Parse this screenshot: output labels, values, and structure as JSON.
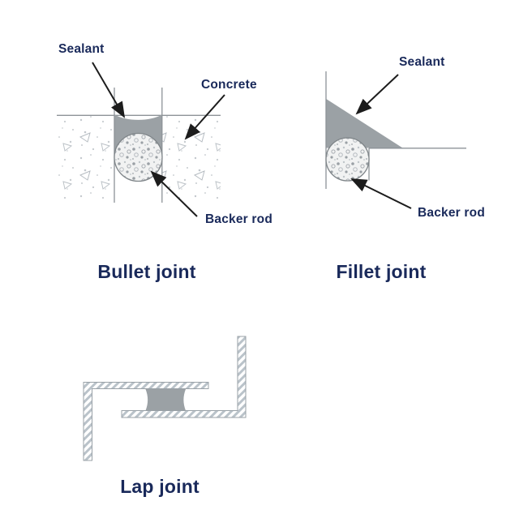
{
  "figure": {
    "description": "Sealant joint types diagram",
    "colors": {
      "label_text": "#19295a",
      "sealant_gray": "#9ba1a5",
      "outline_gray": "#8d9398",
      "backer_rod_fill": "#f1f2f2",
      "backer_rod_stroke": "#7f8589",
      "hatch_stripe": "#bac3ca",
      "hatch_border": "#99a1a7",
      "arrow_black": "#1c1c1c",
      "concrete_speckle": "#b5bbc1"
    }
  },
  "bullet": {
    "title": "Bullet joint",
    "labels": {
      "sealant": "Sealant",
      "concrete": "Concrete",
      "backer_rod": "Backer rod"
    }
  },
  "fillet": {
    "title": "Fillet joint",
    "labels": {
      "sealant": "Sealant",
      "backer_rod": "Backer rod"
    }
  },
  "lap": {
    "title": "Lap joint"
  }
}
